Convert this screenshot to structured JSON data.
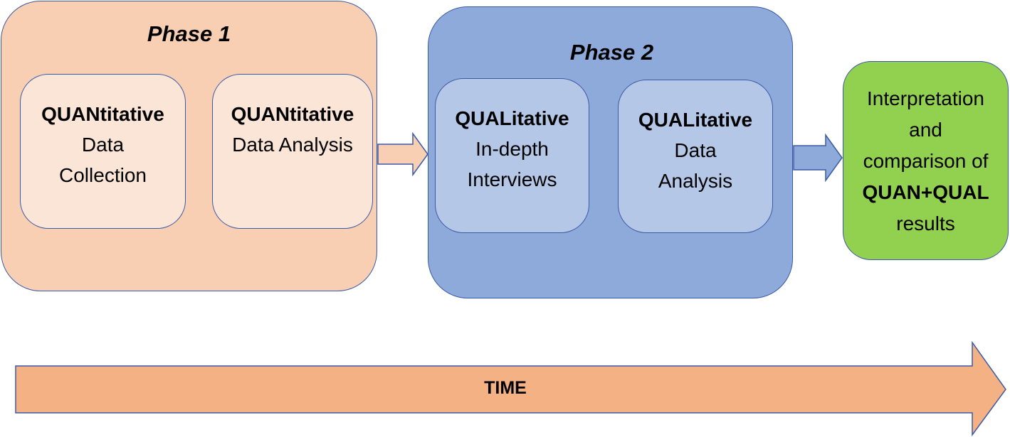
{
  "phase1": {
    "title": "Phase 1"
  },
  "phase2": {
    "title": "Phase 2"
  },
  "boxes": {
    "quan_collect": {
      "bold": "QUANtitative",
      "lines": [
        "Data",
        "Collection"
      ]
    },
    "quan_analysis": {
      "bold": "QUANtitative",
      "lines": [
        "Data Analysis"
      ]
    },
    "qual_interviews": {
      "bold": "QUALitative",
      "lines": [
        "In-depth",
        "Interviews"
      ]
    },
    "qual_analysis": {
      "bold": "QUALitative",
      "lines": [
        "Data",
        "Analysis"
      ]
    },
    "interpretation": {
      "line1": "Interpretation",
      "line2": "and",
      "line3": "comparison of",
      "bold": "QUAN+QUAL",
      "line5": "results"
    }
  },
  "timeline": {
    "label": "TIME"
  },
  "colors": {
    "phase1_fill": "#f8cfb2",
    "phase1_box_fill": "#fbe5d6",
    "phase2_fill": "#8eaadb",
    "phase2_box_fill": "#b4c7e7",
    "interpretation_fill": "#92d050",
    "time_arrow_fill": "#f4b183",
    "outline": "#3b5aa6"
  }
}
